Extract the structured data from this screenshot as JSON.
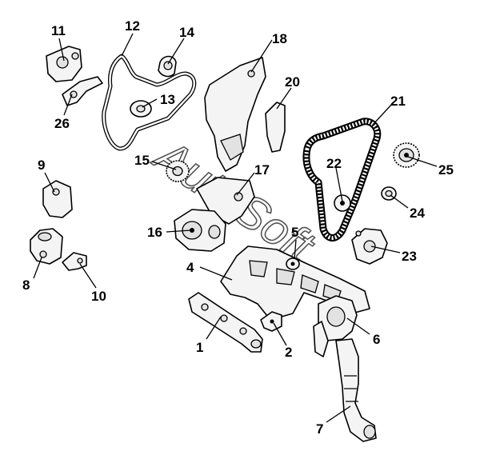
{
  "watermark": "AutoSoft",
  "callouts": [
    {
      "id": "c1",
      "label": "1"
    },
    {
      "id": "c2",
      "label": "2"
    },
    {
      "id": "c3",
      "label": "4"
    },
    {
      "id": "c4",
      "label": "5"
    },
    {
      "id": "c5",
      "label": "6"
    },
    {
      "id": "c6",
      "label": "7"
    },
    {
      "id": "c7",
      "label": "8"
    },
    {
      "id": "c8",
      "label": "9"
    },
    {
      "id": "c9",
      "label": "10"
    },
    {
      "id": "c10",
      "label": "11"
    },
    {
      "id": "c11",
      "label": "12"
    },
    {
      "id": "c12",
      "label": "13"
    },
    {
      "id": "c13",
      "label": "14"
    },
    {
      "id": "c14",
      "label": "15"
    },
    {
      "id": "c15",
      "label": "16"
    },
    {
      "id": "c16",
      "label": "17"
    },
    {
      "id": "c17",
      "label": "18"
    },
    {
      "id": "c18",
      "label": "20"
    },
    {
      "id": "c19",
      "label": "21"
    },
    {
      "id": "c20",
      "label": "22"
    },
    {
      "id": "c21",
      "label": "23"
    },
    {
      "id": "c22",
      "label": "24"
    },
    {
      "id": "c23",
      "label": "25"
    },
    {
      "id": "c24",
      "label": "26"
    }
  ]
}
